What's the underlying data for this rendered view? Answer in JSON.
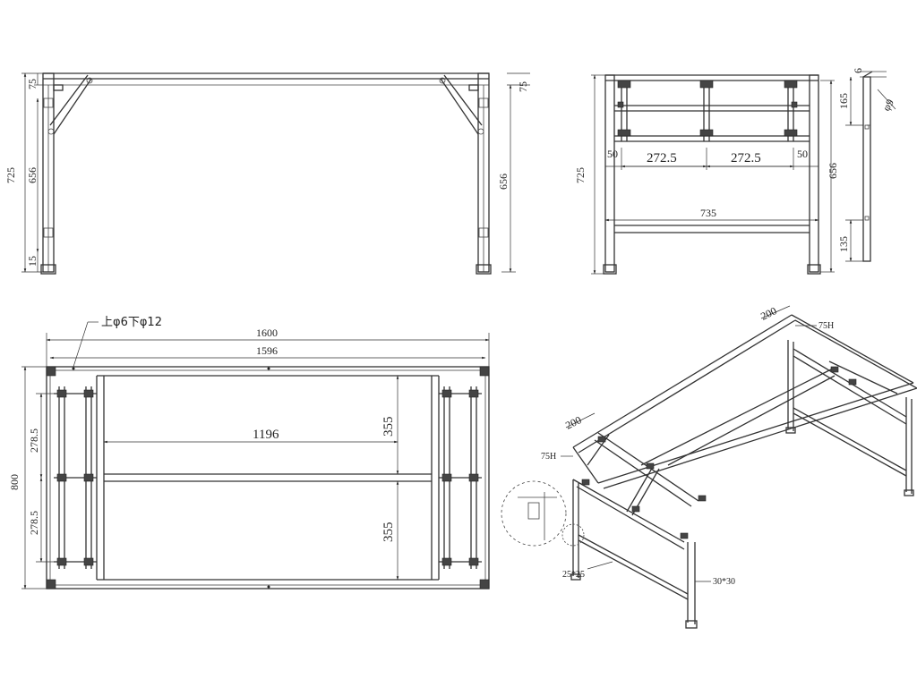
{
  "front_view": {
    "dims": {
      "h_total": "725",
      "h_frame": "656",
      "h_foot": "15",
      "h_top_left": "75",
      "h_top_right": "75",
      "h_frame_right": "656"
    }
  },
  "side_view": {
    "dims": {
      "h_total": "725",
      "edge_left": "50",
      "span_left": "272.5",
      "span_right": "272.5",
      "edge_right": "50",
      "width": "735",
      "h_frame": "656"
    }
  },
  "leg_detail": {
    "dims": {
      "top": "6",
      "dia": "φ9",
      "upper": "165",
      "lower": "135"
    }
  },
  "top_view": {
    "hole_note": "上φ6下φ12",
    "dims": {
      "length": "1600",
      "inner_length": "1596",
      "span": "1196",
      "width": "800",
      "rail_upper": "278.5",
      "rail_lower": "278.5",
      "bay_upper": "355",
      "bay_lower": "355"
    }
  },
  "iso_view": {
    "labels": {
      "width_back": "200",
      "width_front": "200",
      "h_back": "75H",
      "h_front": "75H",
      "tube_small": "25*25",
      "tube_large": "30*30"
    }
  }
}
